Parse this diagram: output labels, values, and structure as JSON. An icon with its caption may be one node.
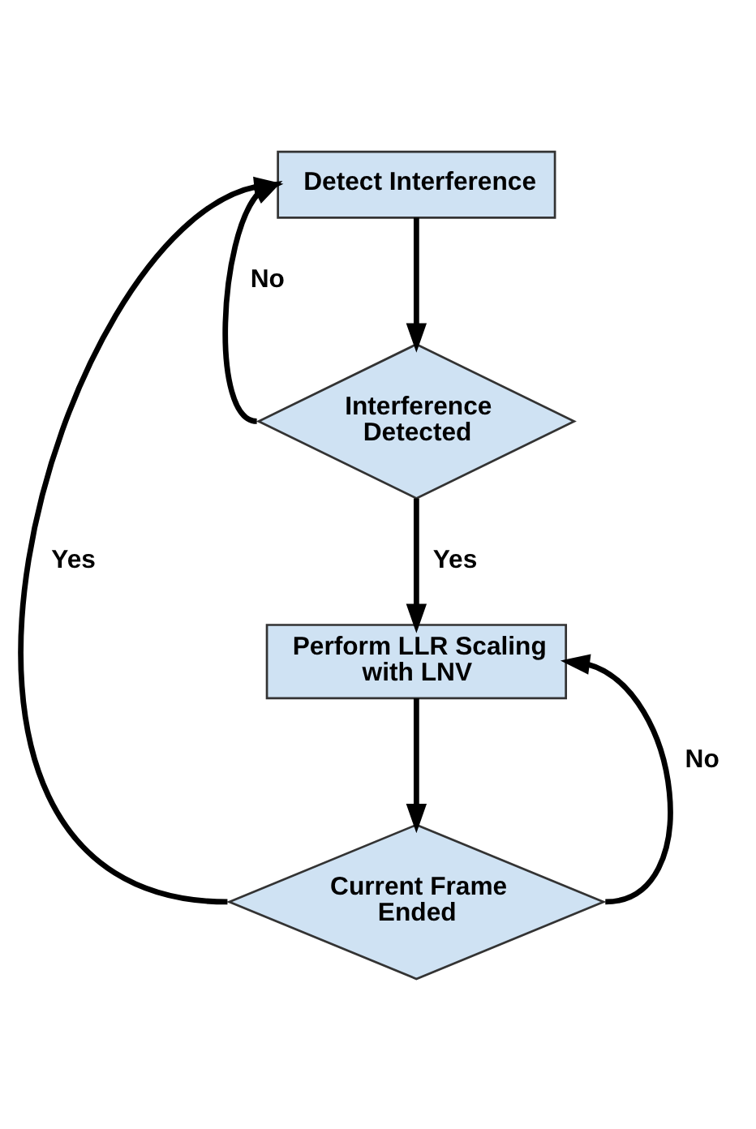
{
  "diagram": {
    "nodes": [
      {
        "text": [
          "Detect Interference"
        ]
      },
      {
        "text": [
          "Interference Detected"
        ]
      },
      {
        "text": [
          "Perform LLR Scaling with LNV"
        ]
      },
      {
        "text": [
          "Current Frame Ended"
        ]
      }
    ],
    "edges": [
      {
        "from": 0,
        "to": 1,
        "arrow": "to"
      },
      {
        "from": 1,
        "to": 0,
        "label": "No",
        "arrow": "to"
      },
      {
        "from": 1,
        "to": 2,
        "label": "Yes",
        "arrow": "to"
      },
      {
        "from": 2,
        "to": 3,
        "arrow": "to"
      },
      {
        "from": 3,
        "to": 0,
        "label": "Yes",
        "arrow": "to"
      },
      {
        "from": 3,
        "to": 2,
        "label": "No",
        "arrow": "to"
      }
    ]
  }
}
